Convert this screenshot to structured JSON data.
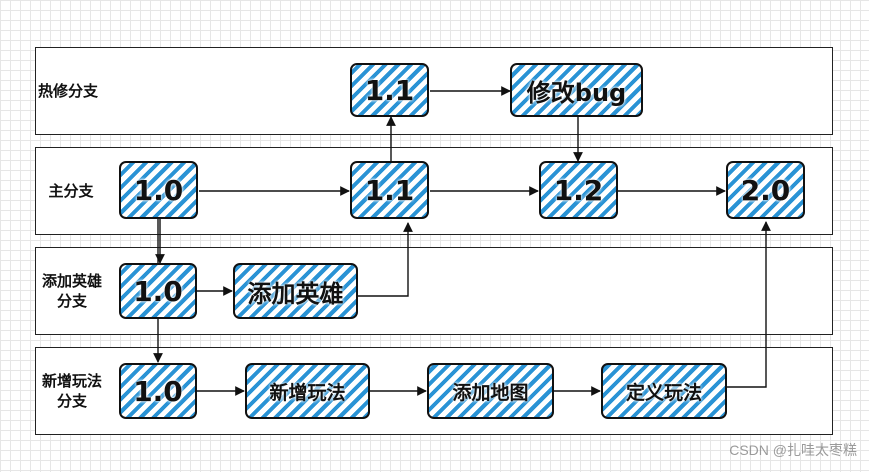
{
  "lanes": {
    "hotfix": "热修分支",
    "main": "主分支",
    "hero": "添加英雄分支",
    "gameplay": "新增玩法分支"
  },
  "nodes": {
    "hotfix_1_1": "1.1",
    "hotfix_fix_bug": "修改bug",
    "main_1_0": "1.0",
    "main_1_1": "1.1",
    "main_1_2": "1.2",
    "main_2_0": "2.0",
    "hero_1_0": "1.0",
    "hero_add_hero": "添加英雄",
    "gameplay_1_0": "1.0",
    "gameplay_new_gameplay": "新增玩法",
    "gameplay_add_map": "添加地图",
    "gameplay_define_gameplay": "定义玩法"
  },
  "watermark": "CSDN @扎哇太枣糕"
}
